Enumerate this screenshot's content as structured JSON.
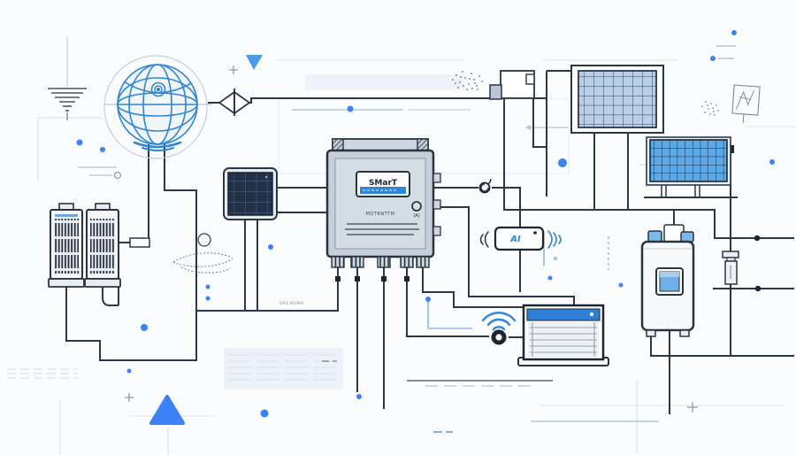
{
  "controller": {
    "label": "SMarT",
    "subtitle": "MOTRNTTM",
    "meter": "(A)"
  },
  "ai_module": {
    "label": "AI"
  },
  "misc": {
    "faint_label": "VAS BUNH"
  },
  "colors": {
    "accent_blue": "#2f86d6",
    "dot_blue": "#3b82f6",
    "line_dark": "#2b3748",
    "panel_light_blue": "#b9cfe7",
    "panel_bright_blue": "#5ea8e6",
    "panel_dark_navy": "#223048",
    "body_gray": "#c6cfd9",
    "background": "#fbfcfe"
  }
}
